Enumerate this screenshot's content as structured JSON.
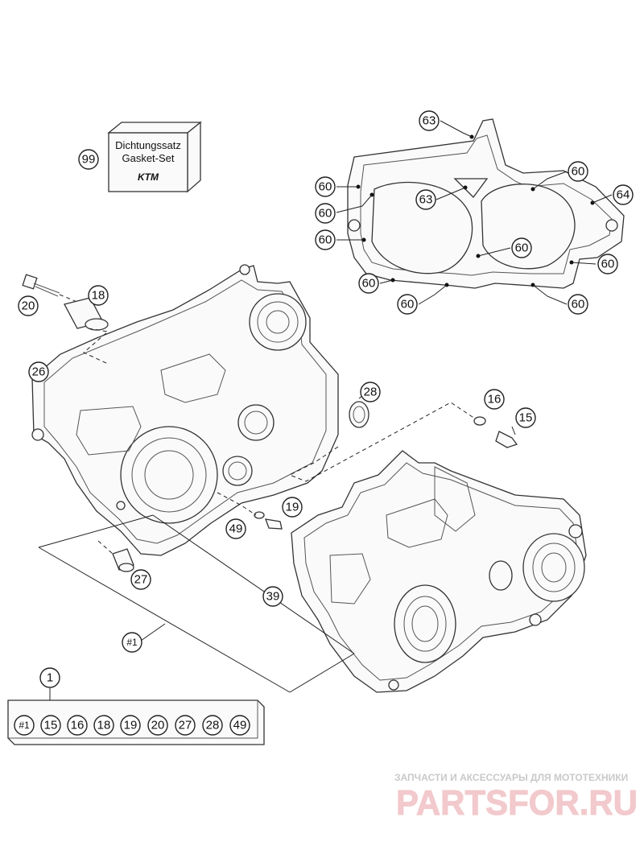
{
  "gasket_box": {
    "line1": "Dichtungssatz",
    "line2": "Gasket-Set",
    "logo": "KTM"
  },
  "callouts": {
    "c99": "99",
    "c63a": "63",
    "c63b": "63",
    "c64": "64",
    "c60a": "60",
    "c60b": "60",
    "c60c": "60",
    "c60d": "60",
    "c60e": "60",
    "c60f": "60",
    "c60g": "60",
    "c60h": "60",
    "c60i": "60",
    "c20": "20",
    "c18": "18",
    "c26": "26",
    "c28": "28",
    "c16": "16",
    "c15": "15",
    "c19": "19",
    "c49": "49",
    "c27": "27",
    "c39": "39",
    "c1": "1",
    "csub1": "#1"
  },
  "kit_list": [
    "#1",
    "15",
    "16",
    "18",
    "19",
    "20",
    "27",
    "28",
    "49"
  ],
  "watermark": {
    "tagline": "ЗАПЧАСТИ И АКСЕССУАРЫ ДЛЯ МОТОТЕХНИКИ",
    "logo": "PARTSFOR.RU"
  }
}
